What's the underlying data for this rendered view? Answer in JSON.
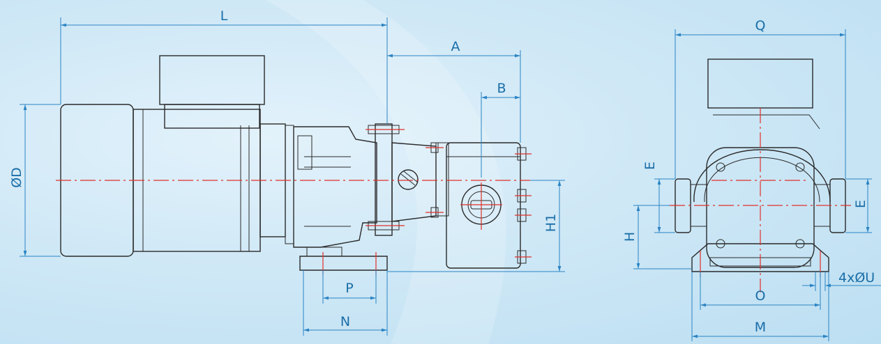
{
  "diagram": {
    "colors": {
      "dimension": "#2b84c4",
      "dimension_text": "#1a6ea8",
      "outline": "#2a2a2a",
      "centerline": "#e0302a"
    },
    "side_view_labels": {
      "L": "L",
      "A": "A",
      "B": "B",
      "D": "ØD",
      "H1": "H1",
      "P": "P",
      "N": "N"
    },
    "front_view_labels": {
      "Q": "Q",
      "E_left": "E",
      "E_right": "E",
      "H": "H",
      "O": "O",
      "M": "M",
      "U": "4xØU"
    }
  }
}
